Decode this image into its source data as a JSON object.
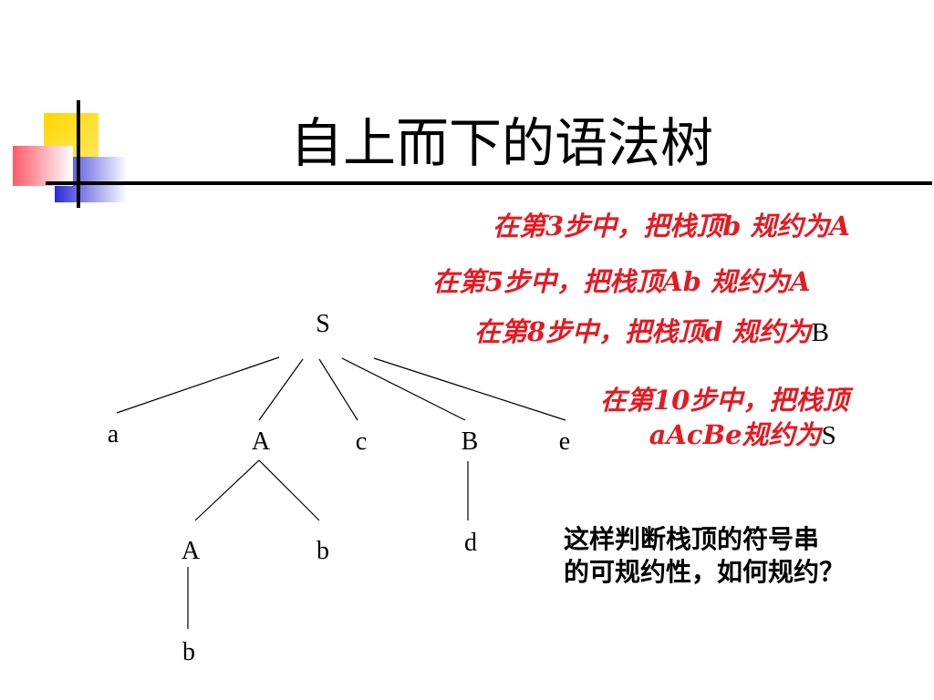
{
  "title": "自上而下的语法树",
  "tree": {
    "root": "S",
    "children": [
      "a",
      "A",
      "c",
      "B",
      "e"
    ],
    "A_children": [
      "A",
      "b"
    ],
    "A_inner_children": [
      "b"
    ],
    "B_children": [
      "d"
    ]
  },
  "steps": [
    {
      "text": "在第3步中，把栈顶b 规约为A",
      "suffix": ""
    },
    {
      "text": "在第5步中，把栈顶Ab 规约为A",
      "suffix": ""
    },
    {
      "text": "在第8步中，把栈顶d 规约为",
      "suffix": "B"
    },
    {
      "line1": "在第10步中，把栈顶",
      "line2": "aAcBe规约为",
      "suffix": "S"
    }
  ],
  "question": {
    "line1": "这样判断栈顶的符号串",
    "line2": "的可规约性，如何规约？"
  },
  "colors": {
    "accent_red": "#e31b23",
    "deco_yellow": "#ffd700",
    "deco_blue": "#2b2bd6",
    "deco_pink": "#ff5a6a"
  }
}
